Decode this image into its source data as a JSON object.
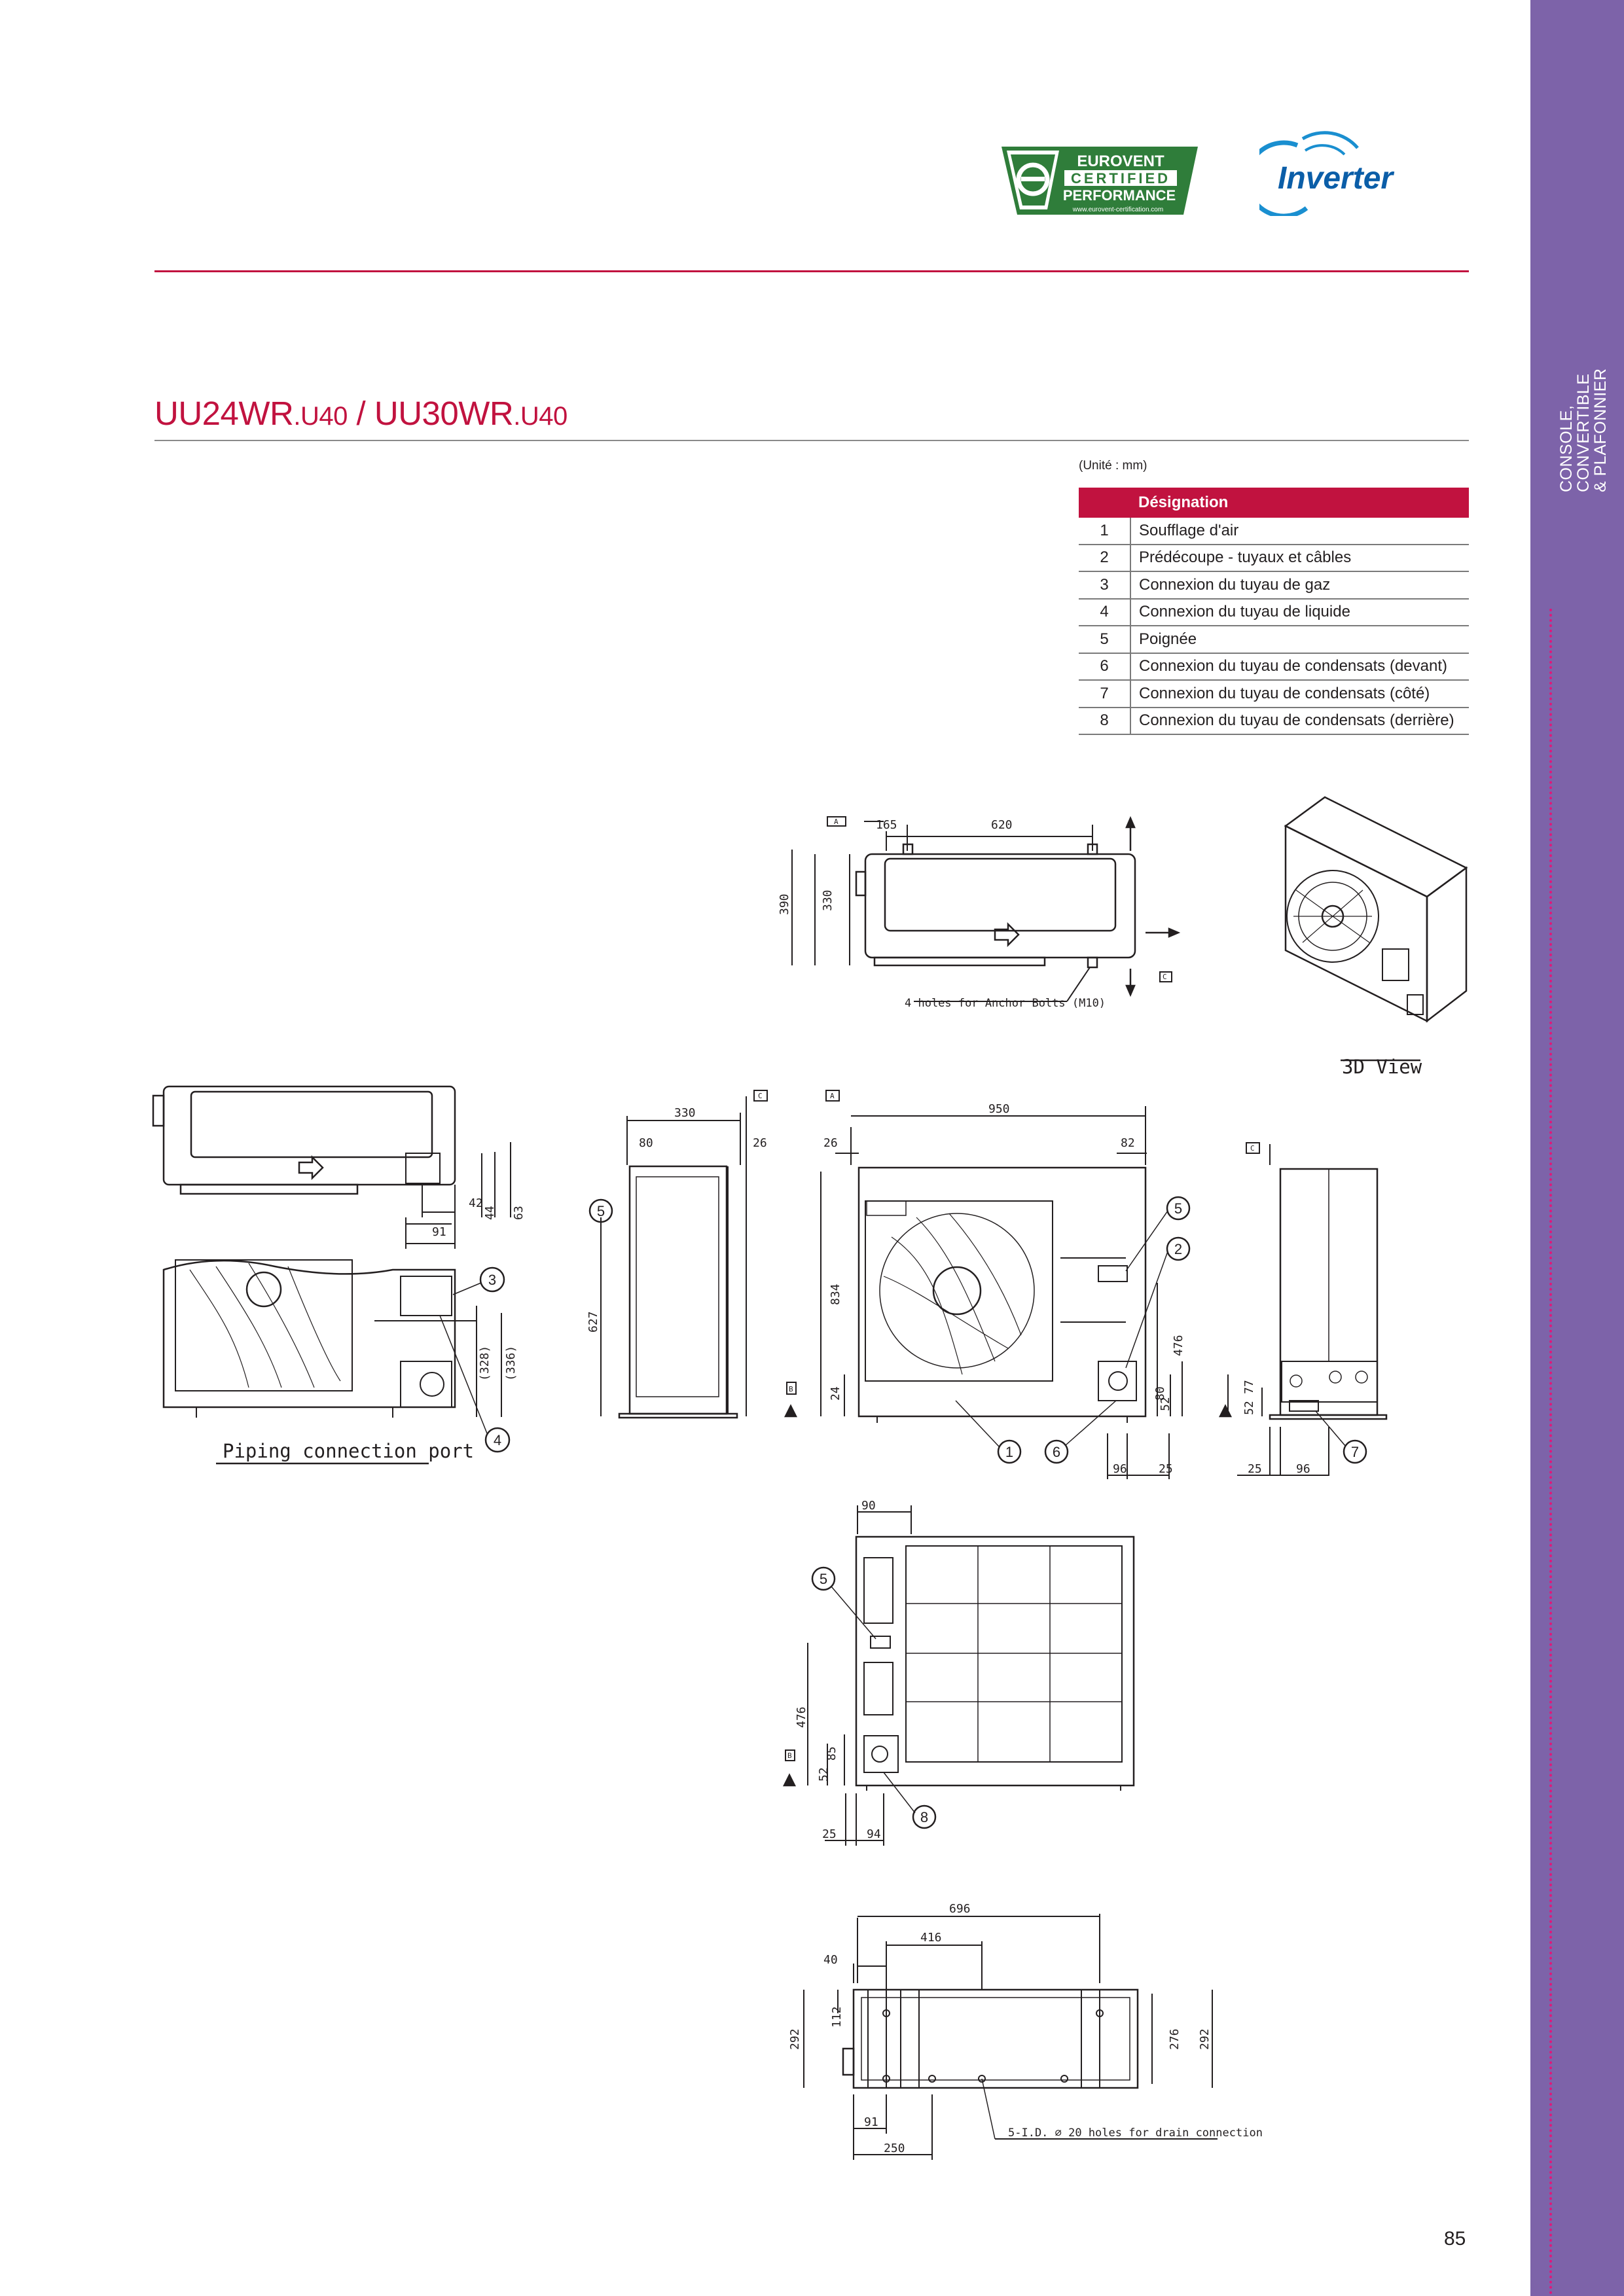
{
  "header": {
    "logos": {
      "eurovent": {
        "lines": [
          "EUROVENT",
          "CERTIFIED",
          "PERFORMANCE"
        ],
        "url": "www.eurovent-certification.com"
      },
      "inverter": "Inverter"
    }
  },
  "title": {
    "main1": "UU24WR",
    "suffix1": ".U40",
    "sep": " / ",
    "main2": "UU30WR",
    "suffix2": ".U40"
  },
  "unit": "(Unité : mm)",
  "designation_table": {
    "header": "Désignation",
    "rows": [
      {
        "num": "1",
        "label": "Soufflage d'air"
      },
      {
        "num": "2",
        "label": "Prédécoupe - tuyaux et câbles"
      },
      {
        "num": "3",
        "label": "Connexion du tuyau de gaz"
      },
      {
        "num": "4",
        "label": "Connexion du tuyau de liquide"
      },
      {
        "num": "5",
        "label": "Poignée"
      },
      {
        "num": "6",
        "label": "Connexion du tuyau de condensats (devant)"
      },
      {
        "num": "7",
        "label": "Connexion du tuyau de condensats (côté)"
      },
      {
        "num": "8",
        "label": "Connexion du tuyau de condensats (derrière)"
      }
    ]
  },
  "drawing_labels": {
    "view_3d": "3D View",
    "piping": "Piping connection port",
    "anchor": "4 holes for Anchor Bolts (M10)",
    "drain": "5-I.D. ∅ 20 holes for drain connection"
  },
  "dimensions": {
    "top_view": [
      "165",
      "620",
      "390",
      "330"
    ],
    "piping_view": [
      "42",
      "44",
      "63",
      "91",
      "(328)",
      "(336)"
    ],
    "side_view": [
      "330",
      "80",
      "26",
      "627"
    ],
    "front_view": [
      "950",
      "26",
      "82",
      "834",
      "24",
      "476",
      "52",
      "80",
      "96",
      "25"
    ],
    "right_view": [
      "52",
      "77",
      "25",
      "96"
    ],
    "rear_view": [
      "90",
      "476",
      "52",
      "85",
      "25",
      "94"
    ],
    "base_view": [
      "696",
      "416",
      "40",
      "112",
      "292",
      "276",
      "292",
      "91",
      "250"
    ]
  },
  "datum_marks": [
    "A",
    "B",
    "C"
  ],
  "callouts": [
    "1",
    "2",
    "3",
    "4",
    "5",
    "6",
    "7",
    "8"
  ],
  "sidebar": {
    "lines": [
      "CONSOLE,",
      "CONVERTIBLE",
      "& PLAFONNIER"
    ]
  },
  "page_number": "85",
  "colors": {
    "accent": "#c1123f",
    "sidebar": "#7d63a9",
    "sidebar_dots": "#e0187b",
    "line": "#231f20"
  }
}
